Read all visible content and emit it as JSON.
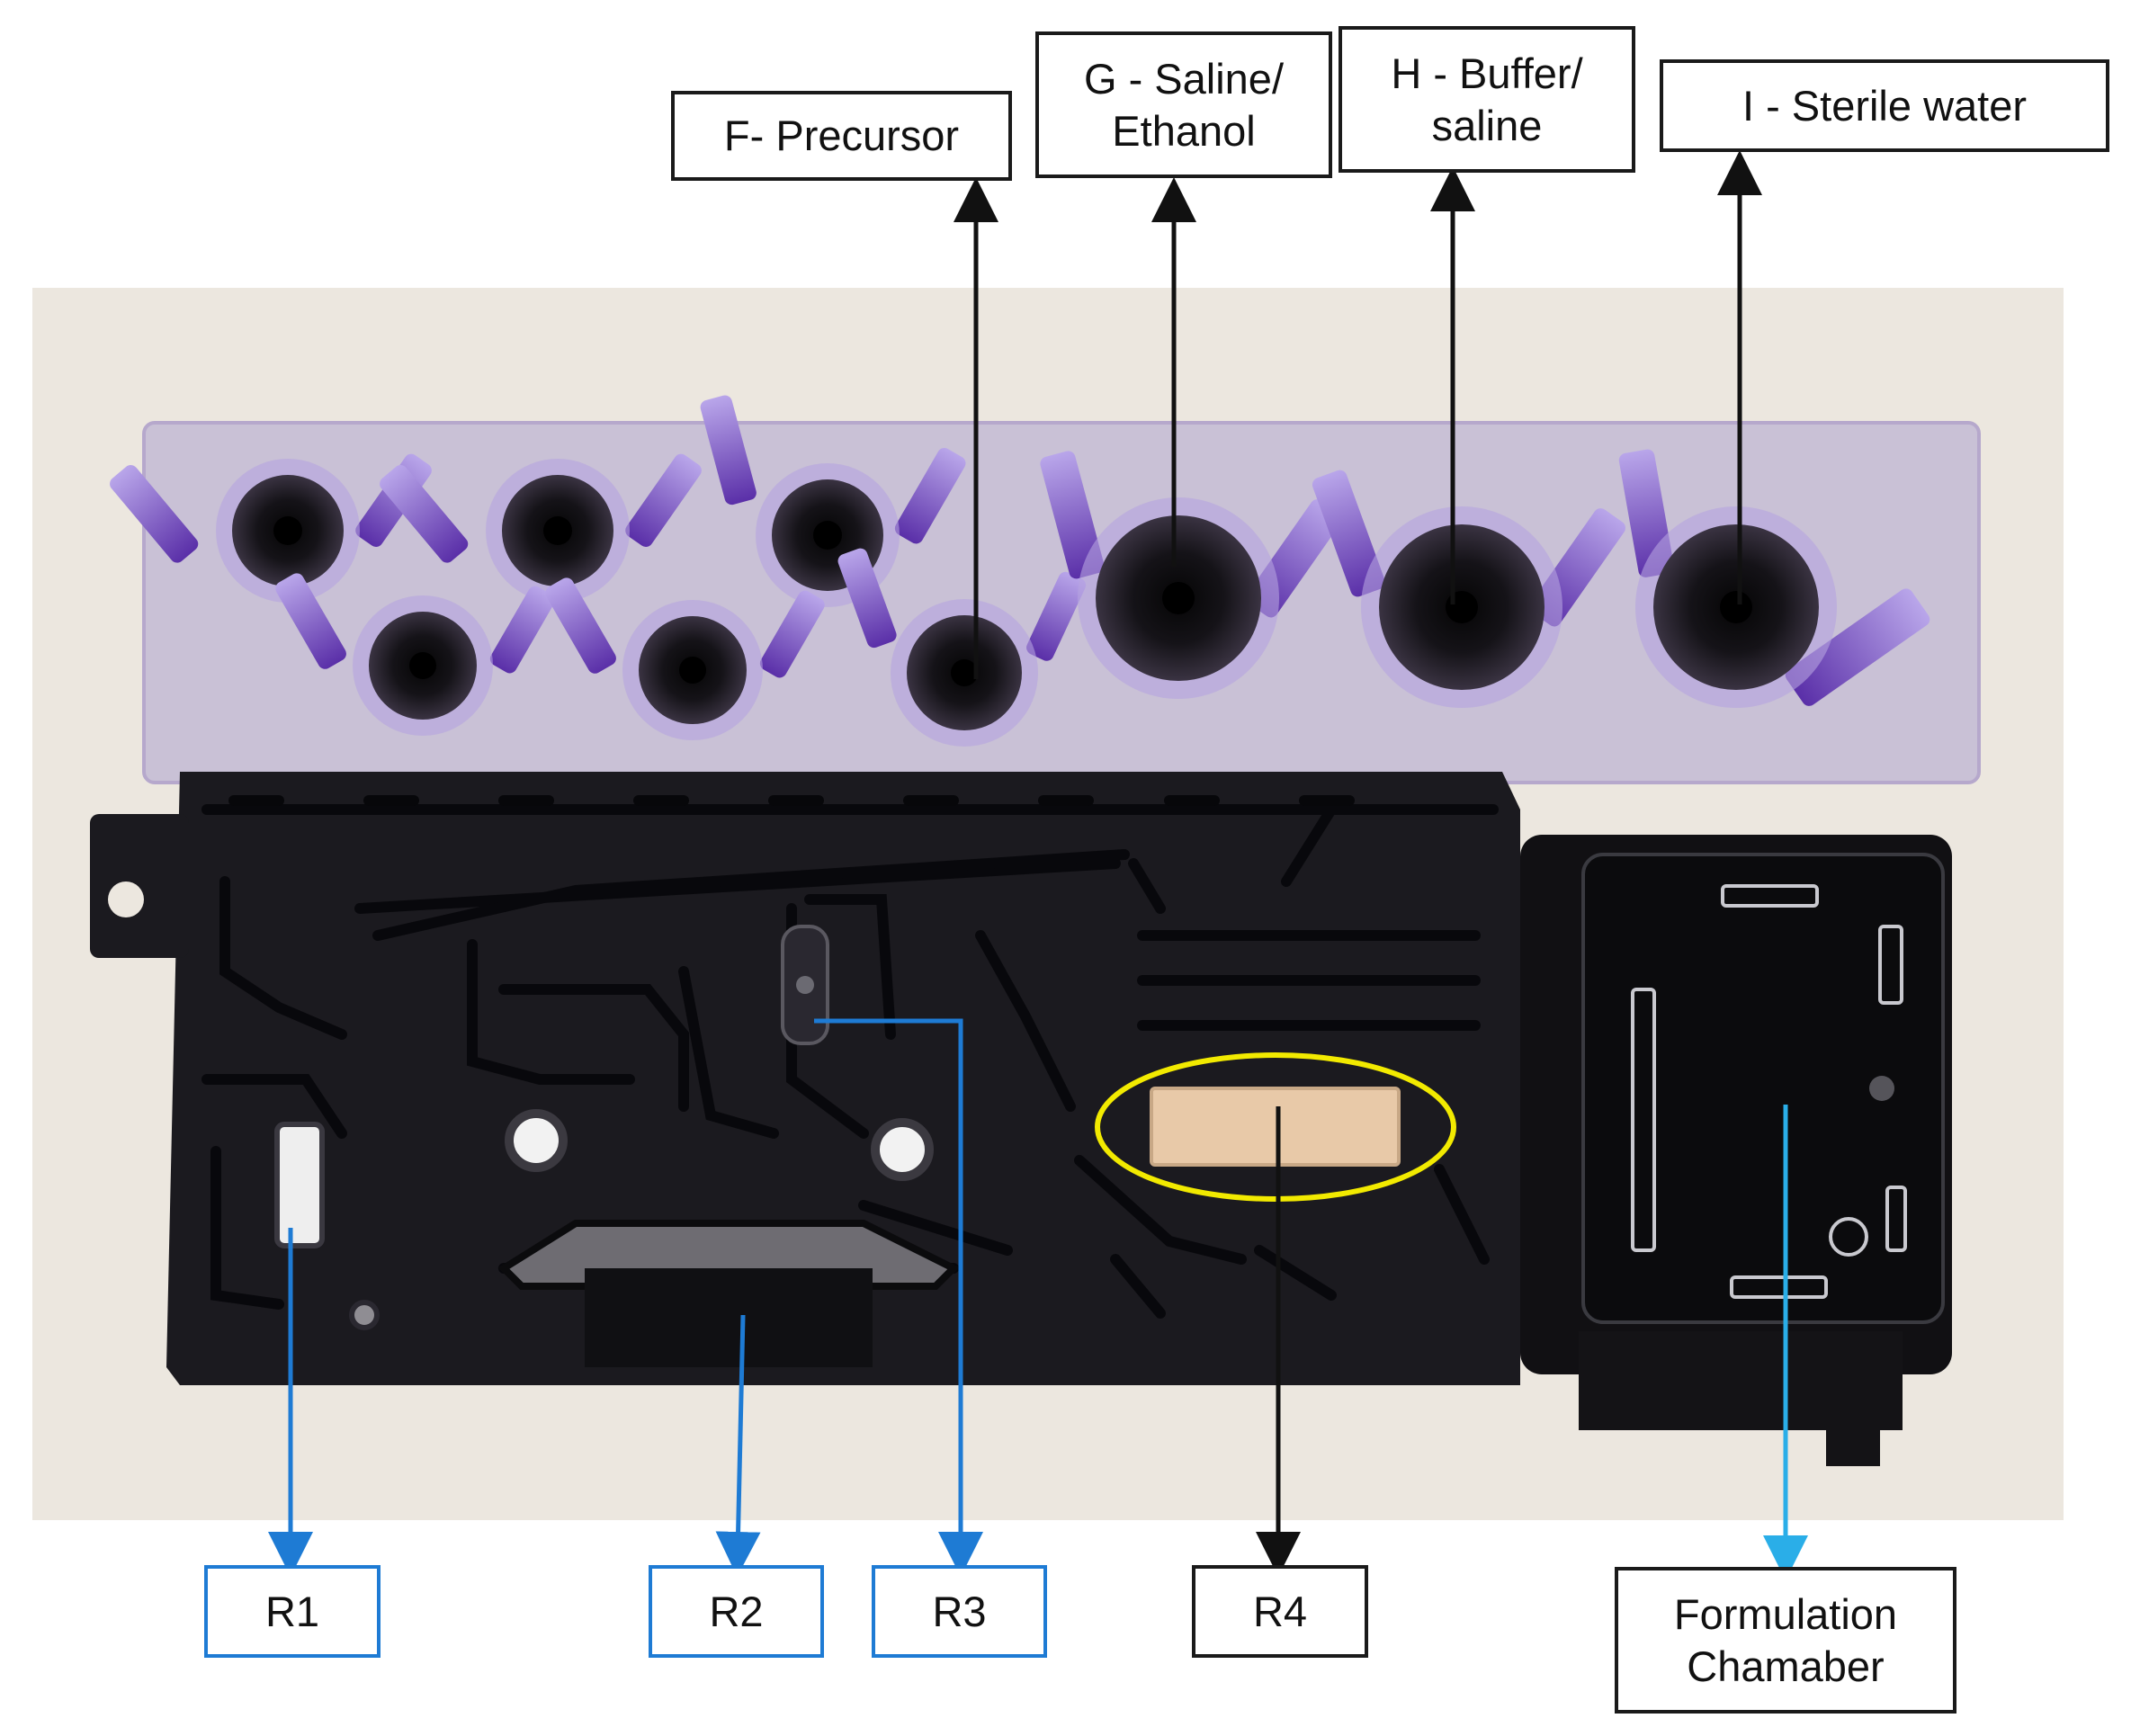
{
  "top_labels": {
    "F": "F- Precursor",
    "G": "G - Saline/\nEthanol",
    "H": "H - Buffer/\nsaline",
    "I": "I - Sterile water"
  },
  "bottom_labels": {
    "R1": "R1",
    "R2": "R2",
    "R3": "R3",
    "R4": "R4",
    "formulation": "Formulation\nChamaber"
  },
  "colors": {
    "blue_arrow": "#1e7bd4",
    "light_blue_arrow": "#2aaee8",
    "black_arrow": "#111111",
    "highlight_ellipse": "#f2ea00",
    "cassette_body": "#1b1a1f",
    "reagent_ring": "#8a5fd0",
    "background_photo": "#ece7df"
  }
}
